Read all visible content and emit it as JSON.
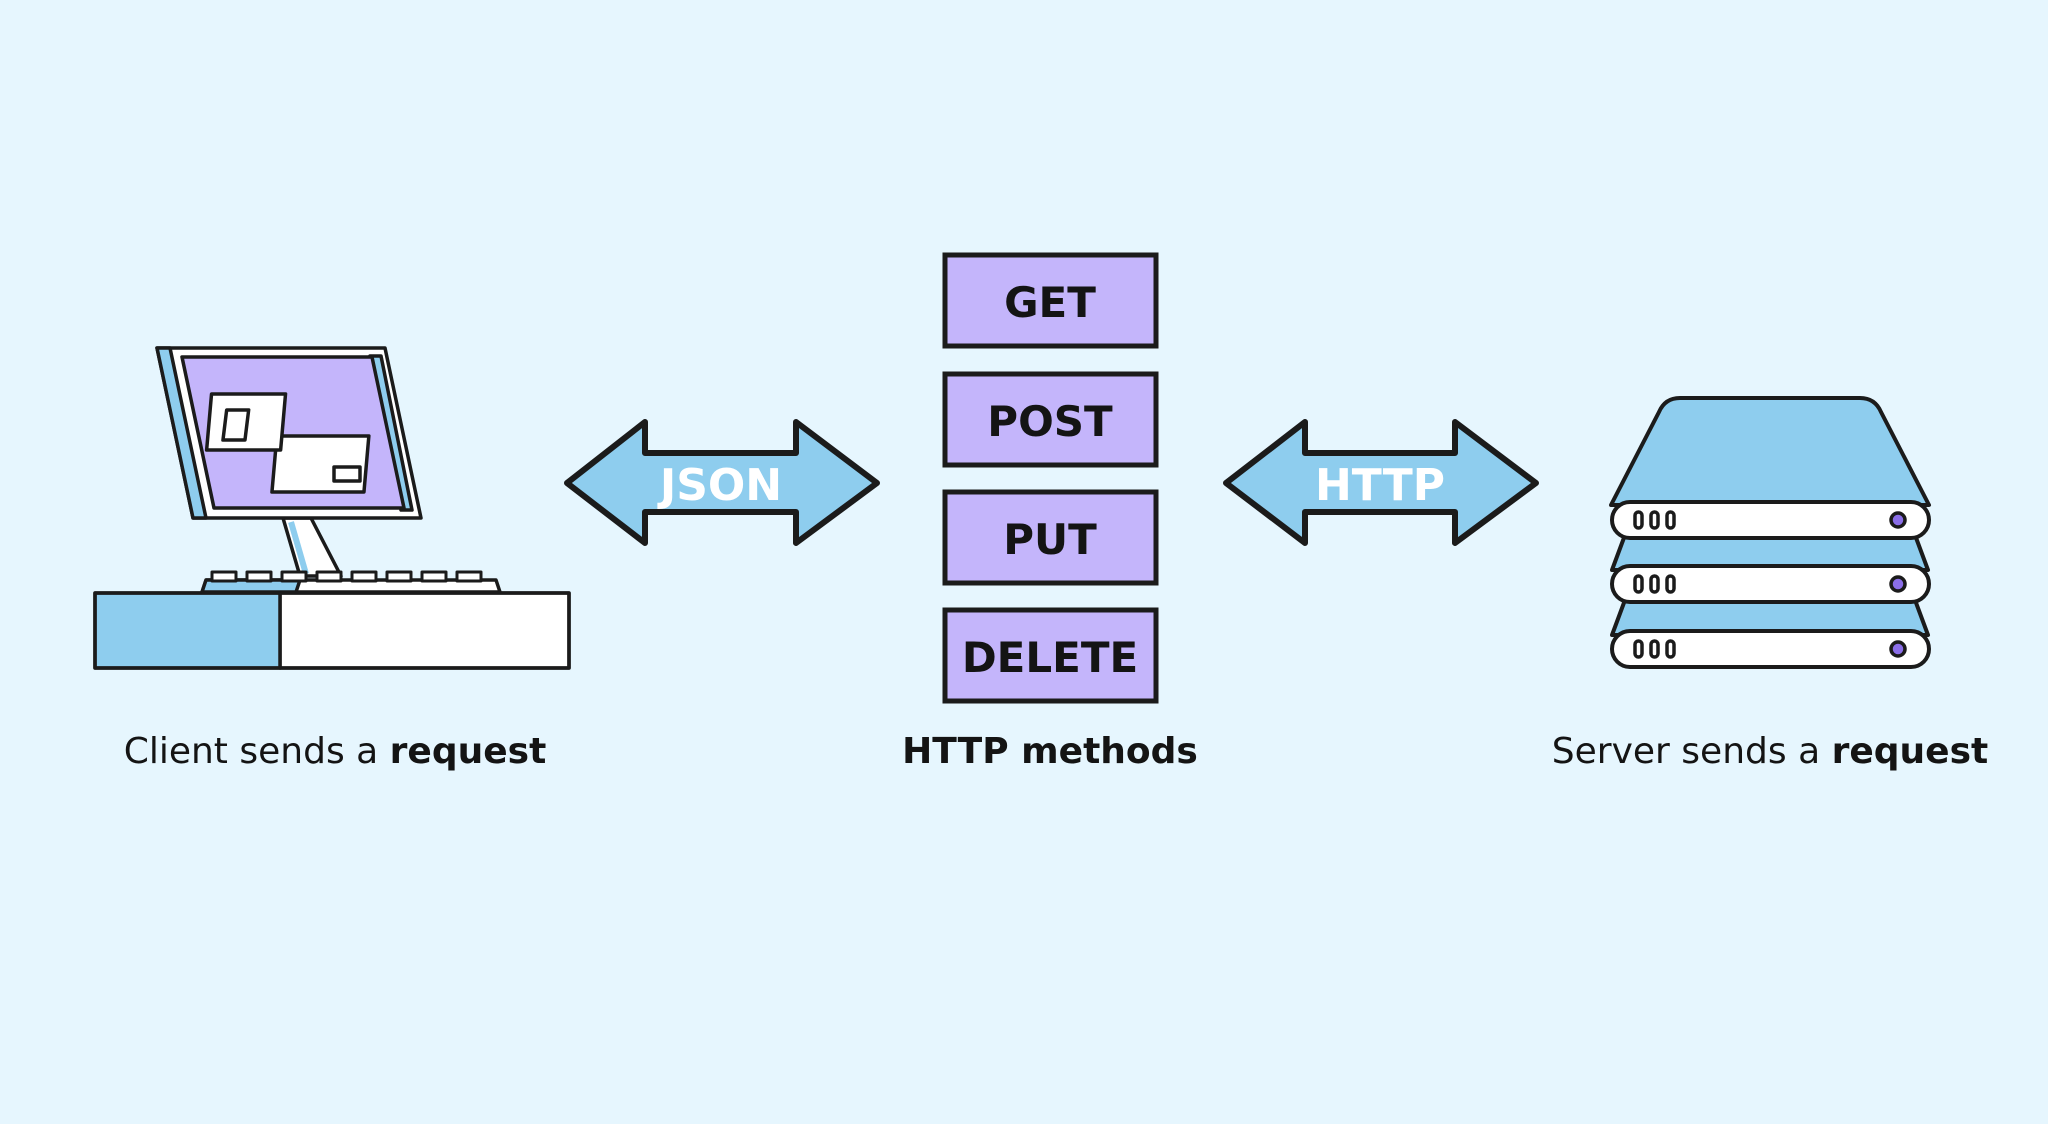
{
  "diagram": {
    "arrows": {
      "left": "JSON",
      "right": "HTTP"
    },
    "methods": [
      "GET",
      "POST",
      "PUT",
      "DELETE"
    ],
    "captions": {
      "client": {
        "text": "Client sends a ",
        "bold": "request"
      },
      "methods": {
        "bold": "HTTP methods"
      },
      "server": {
        "text": "Server sends a ",
        "bold": "request"
      }
    }
  },
  "colors": {
    "background": "#e6f6fe",
    "blue": "#8ecdee",
    "purple": "#c4b5fb",
    "outline": "#1b1b1b",
    "white": "#ffffff",
    "dot": "#8b6ee8"
  }
}
